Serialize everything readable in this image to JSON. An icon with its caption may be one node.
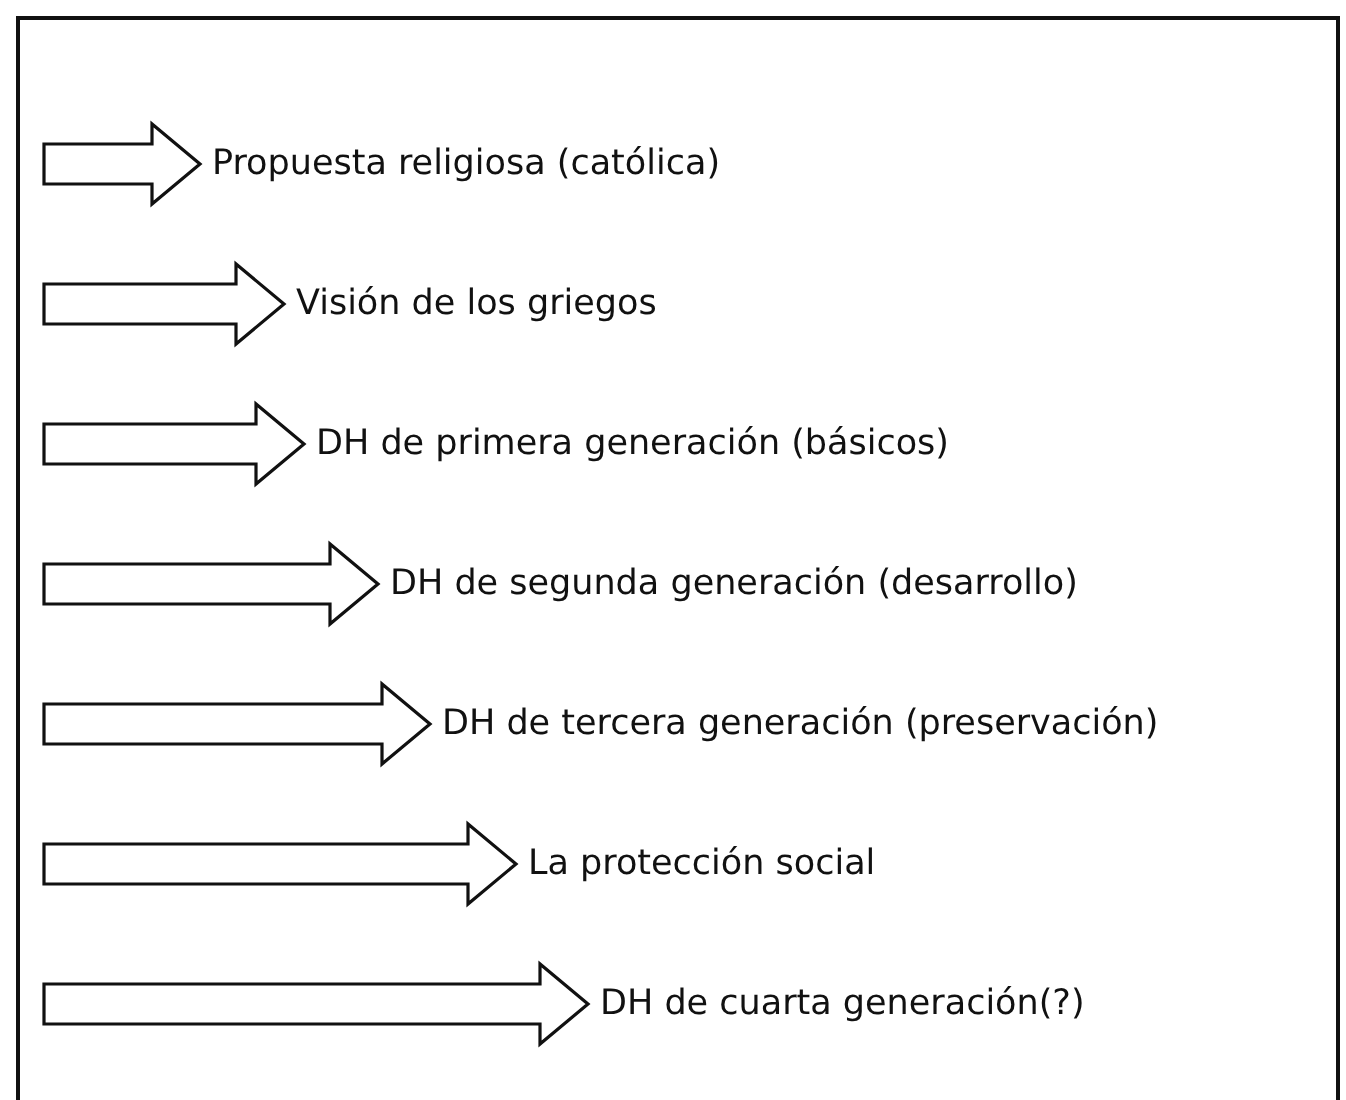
{
  "diagram": {
    "nodes": [
      {
        "text": [
          "Propuesta religiosa (católica)"
        ]
      },
      {
        "text": [
          "Visión de los griegos"
        ]
      },
      {
        "text": [
          "DH de primera generación (básicos)"
        ]
      },
      {
        "text": [
          "DH de segunda generación (desarrollo)"
        ]
      },
      {
        "text": [
          "DH de tercera generación (preservación)"
        ]
      },
      {
        "text": [
          "La protección social"
        ]
      },
      {
        "text": [
          "DH de cuarta generación(?)"
        ]
      }
    ],
    "edges": [
      {
        "from": null,
        "to": 0,
        "arrow": "to"
      },
      {
        "from": null,
        "to": 1,
        "arrow": "to"
      },
      {
        "from": null,
        "to": 2,
        "arrow": "to"
      },
      {
        "from": null,
        "to": 3,
        "arrow": "to"
      },
      {
        "from": null,
        "to": 4,
        "arrow": "to"
      },
      {
        "from": null,
        "to": 5,
        "arrow": "to"
      },
      {
        "from": null,
        "to": 6,
        "arrow": "to"
      }
    ]
  }
}
